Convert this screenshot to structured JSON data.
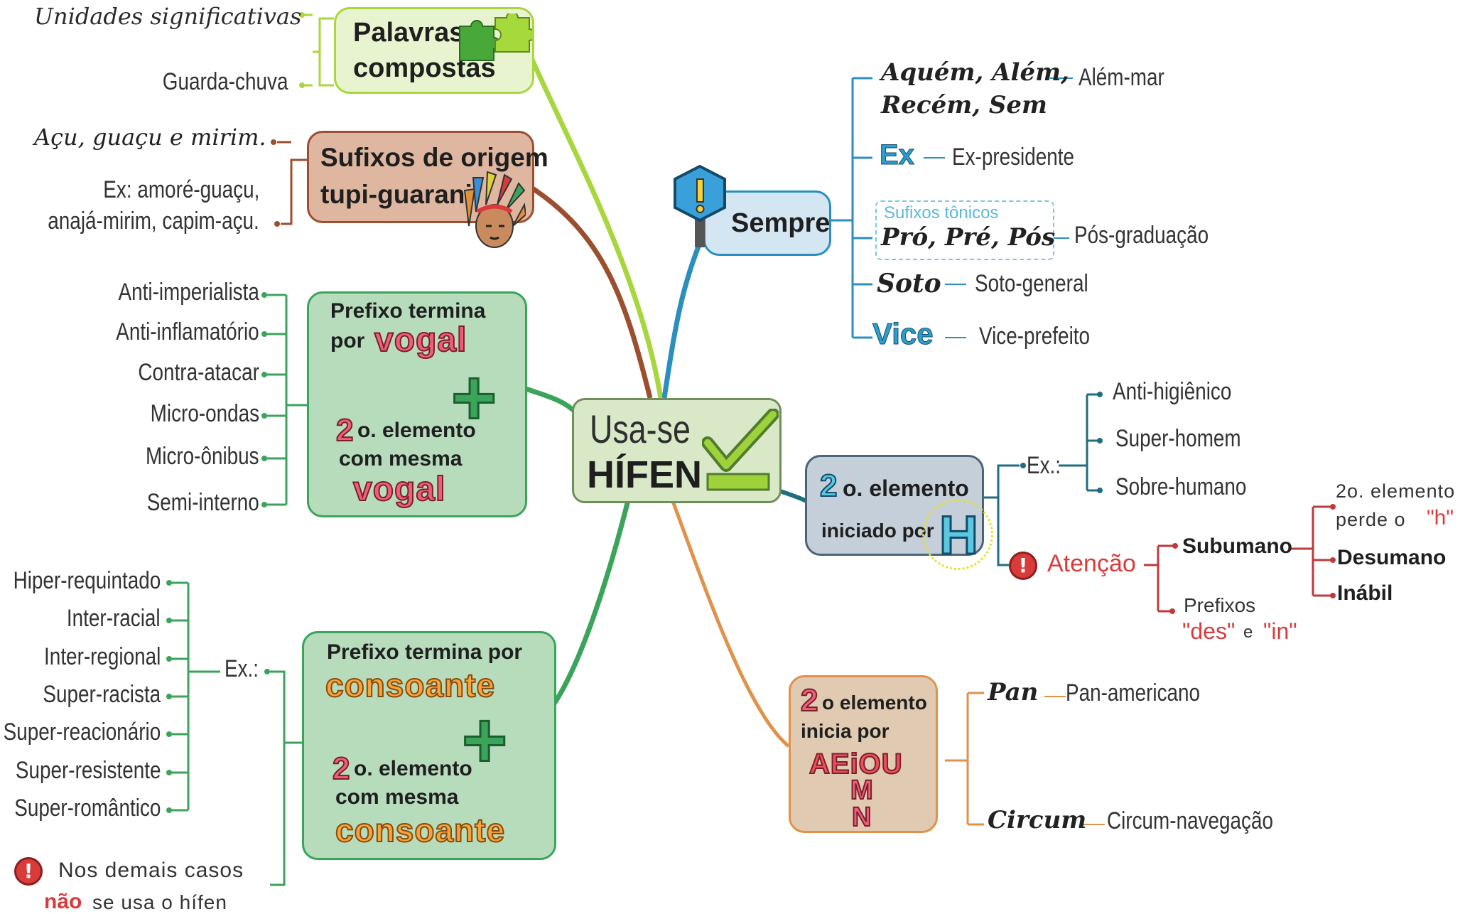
{
  "center": {
    "line1": "Usa-se",
    "line2": "HÍFEN"
  },
  "palavras": {
    "title_line1": "Palavras",
    "title_line2": "compostas",
    "items": [
      "Unidades significativas",
      "Guarda-chuva"
    ]
  },
  "sufixos": {
    "title_line1": "Sufixos de origem",
    "title_line2": "tupi-guarani",
    "items": [
      "Açu, guaçu e mirim.",
      "Ex: amoré-guaçu,",
      "anajá-mirim, capim-açu."
    ]
  },
  "vogal": {
    "line1": "Prefixo termina",
    "line2": "por",
    "big1": "vogal",
    "num": "2",
    "line3": "o. elemento",
    "line4": "com mesma",
    "big2": "vogal",
    "items": [
      "Anti-imperialista",
      "Anti-inflamatório",
      "Contra-atacar",
      "Micro-ondas",
      "Micro-ônibus",
      "Semi-interno"
    ]
  },
  "consoante": {
    "line1": "Prefixo termina por",
    "big1": "consoante",
    "num": "2",
    "line3": "o. elemento",
    "line4": "com mesma",
    "big2": "consoante",
    "ex_label": "Ex.:",
    "items": [
      "Hiper-requintado",
      "Inter-racial",
      "Inter-regional",
      "Super-racista",
      "Super-reacionário",
      "Super-resistente",
      "Super-romântico"
    ],
    "note_line1": "Nos demais casos",
    "note_strong": "não",
    "note_rest": "se usa o hífen"
  },
  "sempre": {
    "title": "Sempre",
    "rows": [
      {
        "prefix": "Aquém, Além,",
        "prefix2": "Recém, Sem",
        "example": "Além-mar"
      },
      {
        "prefix": "Ex",
        "example": "Ex-presidente"
      },
      {
        "box_label": "Sufixos tônicos",
        "prefix": "Pró, Pré, Pós",
        "example": "Pós-graduação"
      },
      {
        "prefix": "Soto",
        "example": "Soto-general"
      },
      {
        "prefix": "Vice",
        "example": "Vice-prefeito"
      }
    ]
  },
  "h": {
    "num": "2",
    "line1": "o. elemento",
    "line2": "iniciado por",
    "letter": "H",
    "ex_label": "Ex.:",
    "examples": [
      "Anti-higiênico",
      "Super-homem",
      "Sobre-humano"
    ],
    "atencao": "Atenção",
    "att_items": [
      "Subumano",
      "Desumano",
      "Inábil"
    ],
    "att_note": "2o. elemento perde o",
    "att_note_part1": "2o. elemento",
    "att_note_part2": "perde o",
    "att_h": "\"h\"",
    "prefixos_label": "Prefixos",
    "prefix_des": "\"des\"",
    "prefix_e": "e",
    "prefix_in": "\"in\""
  },
  "aeiou": {
    "num": "2",
    "line1": "o elemento",
    "line2": "inicia por",
    "letters": "AEiOU",
    "letter_m": "M",
    "letter_n": "N",
    "rows": [
      {
        "prefix": "Pan",
        "example": "Pan-americano"
      },
      {
        "prefix": "Circum",
        "example": "Circum-navegação"
      }
    ]
  },
  "colors": {
    "green": "#3aa55a",
    "lime": "#9fd23a",
    "brown": "#9c4f2f",
    "blue": "#2a8fbf",
    "teal": "#1e6e80",
    "orange": "#e0914a",
    "red": "#d93b3b"
  }
}
